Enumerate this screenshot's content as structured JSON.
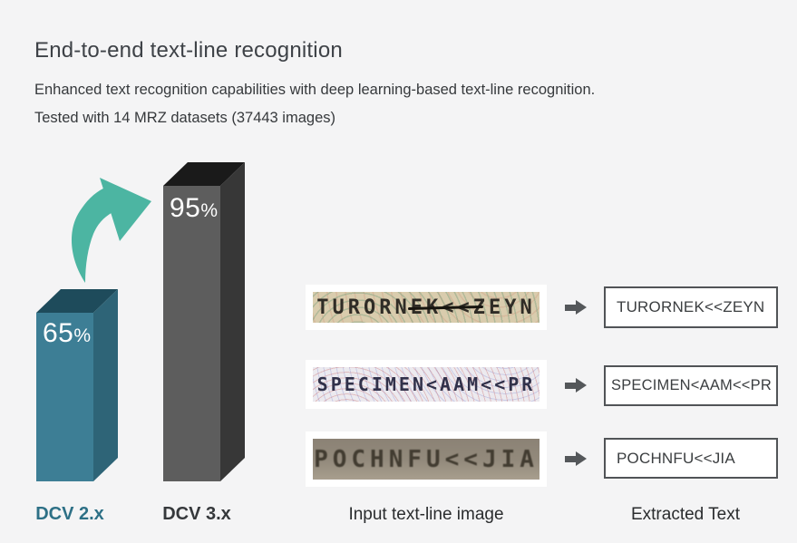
{
  "header": {
    "title": "End-to-end text-line recognition",
    "subtitle_line1": "Enhanced text recognition capabilities with deep learning-based text-line recognition.",
    "subtitle_line2": "Tested with 14 MRZ datasets (37443 images)"
  },
  "chart_data": {
    "type": "bar",
    "categories": [
      "DCV 2.x",
      "DCV 3.x"
    ],
    "values": [
      65,
      95
    ],
    "unit": "%",
    "value_labels": [
      "65%",
      "95%"
    ],
    "ylim": [
      0,
      100
    ],
    "grid": false,
    "legend": "none",
    "annotation": "curved growth arrow from DCV 2.x bar up to DCV 3.x bar",
    "series_colors": [
      "#3d7e95",
      "#5d5d5d"
    ]
  },
  "chart": {
    "bars": [
      {
        "label": "DCV 2.x",
        "value": "65",
        "unit": "%"
      },
      {
        "label": "DCV 3.x",
        "value": "95",
        "unit": "%"
      }
    ]
  },
  "rows": [
    {
      "input_text": "TURORNEK<<ZEYN",
      "output_text": "TURORNEK<<ZEYN"
    },
    {
      "input_text": "SPECIMEN<AAM<<PR",
      "output_text": "SPECIMEN<AAM<<PR"
    },
    {
      "input_text": "POCHNFU<<JIA",
      "output_text": "POCHNFU<<JIA"
    }
  ],
  "columns": {
    "input_label": "Input text-line image",
    "output_label": "Extracted Text"
  },
  "colors": {
    "background": "#f4f4f5",
    "bar_teal_front": "#3d7e95",
    "bar_teal_side": "#2e6477",
    "bar_teal_top": "#1e4b5b",
    "bar_dark_front": "#5d5d5d",
    "bar_dark_side": "#373737",
    "bar_dark_top": "#1a1a1a",
    "growth_arrow": "#4cb5a2",
    "dcv2_label": "#2d7086",
    "dcv3_label": "#35383b",
    "box_border": "#515457",
    "row_arrow": "#54575a"
  }
}
